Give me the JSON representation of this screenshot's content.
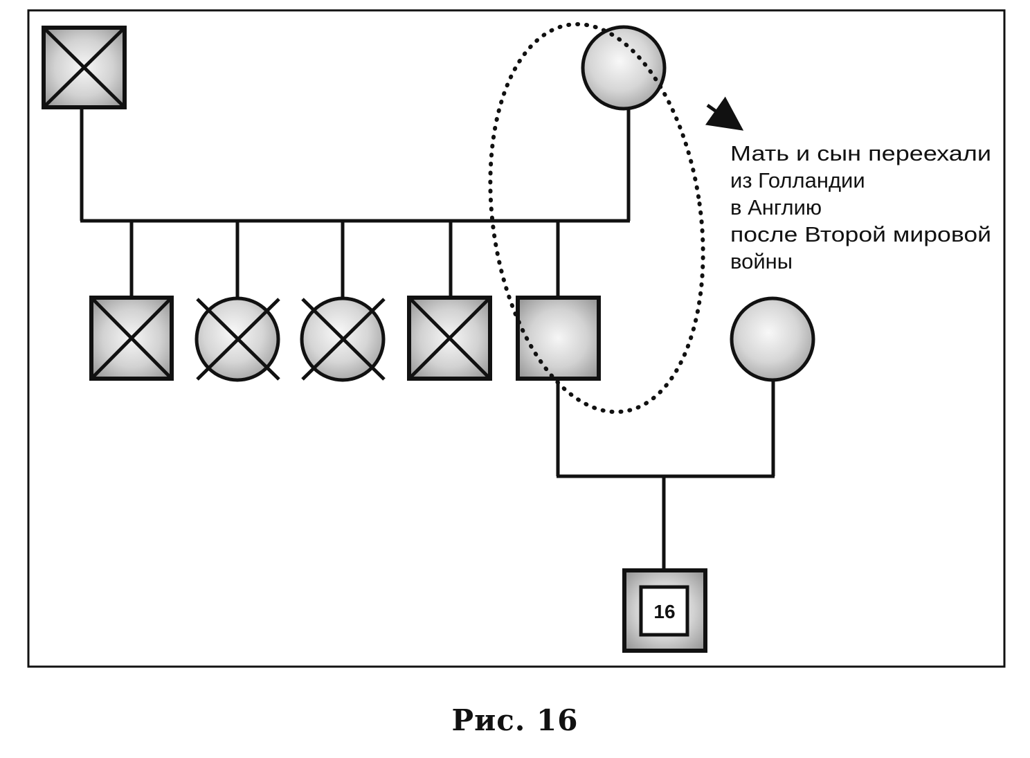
{
  "note": {
    "lines": [
      "Мать и сын переехали",
      "из Голландии",
      "в Англию",
      "после Второй мировой",
      "войны"
    ]
  },
  "proband": {
    "label": "16"
  },
  "caption": "Рис. 16",
  "colors": {
    "line": "#111111",
    "fill_center": "#f4f4f4",
    "fill_edge": "#9f9f9f"
  }
}
